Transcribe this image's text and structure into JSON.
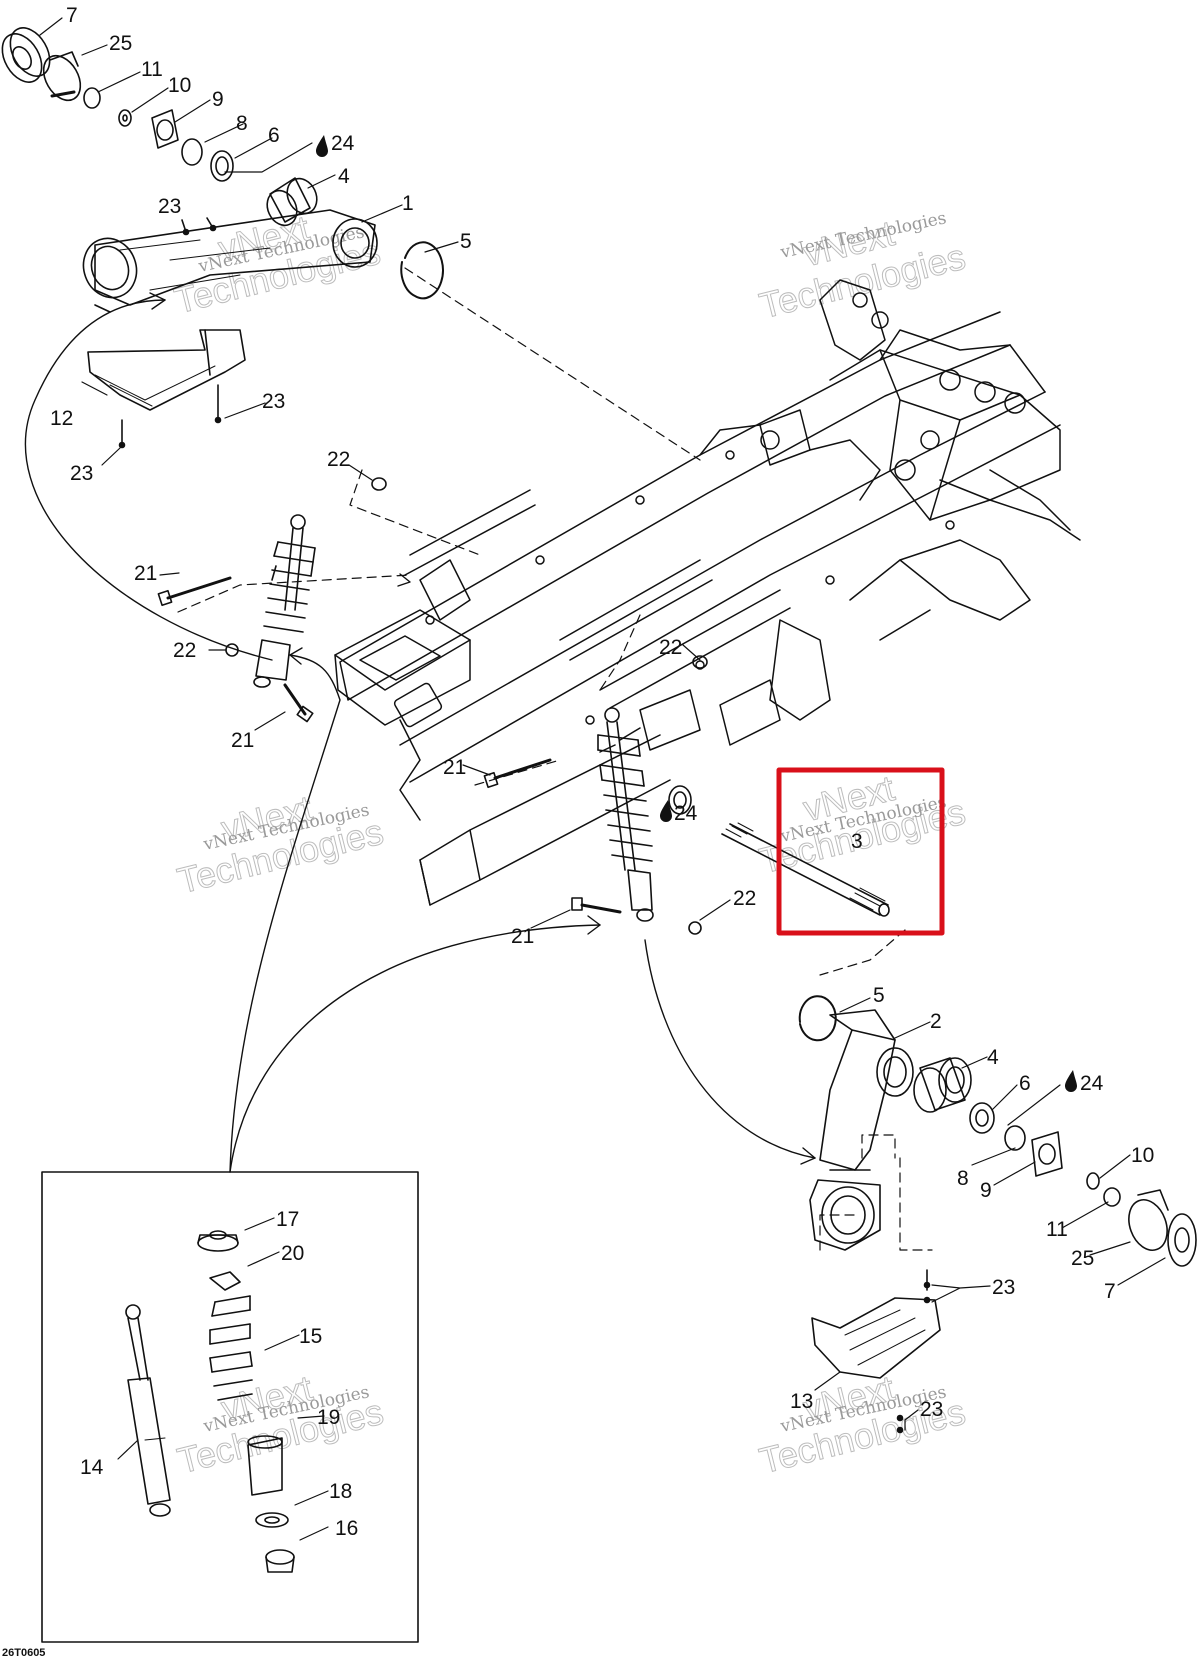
{
  "diagram": {
    "drawing_code": "26T0605",
    "highlight_color": "#d9101a",
    "line_color": "#111111",
    "callouts": [
      {
        "id": "c7a",
        "text": "7"
      },
      {
        "id": "c25a",
        "text": "25"
      },
      {
        "id": "c11a",
        "text": "11"
      },
      {
        "id": "c10a",
        "text": "10"
      },
      {
        "id": "c9a",
        "text": "9"
      },
      {
        "id": "c8a",
        "text": "8"
      },
      {
        "id": "c6a",
        "text": "6"
      },
      {
        "id": "c24a",
        "text": "24"
      },
      {
        "id": "c4a",
        "text": "4"
      },
      {
        "id": "c1",
        "text": "1"
      },
      {
        "id": "c23a",
        "text": "23"
      },
      {
        "id": "c5a",
        "text": "5"
      },
      {
        "id": "c12",
        "text": "12"
      },
      {
        "id": "c23b",
        "text": "23"
      },
      {
        "id": "c23c",
        "text": "23"
      },
      {
        "id": "c22a",
        "text": "22"
      },
      {
        "id": "c21a",
        "text": "21"
      },
      {
        "id": "c22b",
        "text": "22"
      },
      {
        "id": "c21b",
        "text": "21"
      },
      {
        "id": "c22c",
        "text": "22"
      },
      {
        "id": "c21c",
        "text": "21"
      },
      {
        "id": "c24b",
        "text": "24"
      },
      {
        "id": "c3",
        "text": "3"
      },
      {
        "id": "c22d",
        "text": "22"
      },
      {
        "id": "c21d",
        "text": "21"
      },
      {
        "id": "c5b",
        "text": "5"
      },
      {
        "id": "c2",
        "text": "2"
      },
      {
        "id": "c4b",
        "text": "4"
      },
      {
        "id": "c6b",
        "text": "6"
      },
      {
        "id": "c24c",
        "text": "24"
      },
      {
        "id": "c10b",
        "text": "10"
      },
      {
        "id": "c8b",
        "text": "8"
      },
      {
        "id": "c9b",
        "text": "9"
      },
      {
        "id": "c11b",
        "text": "11"
      },
      {
        "id": "c25b",
        "text": "25"
      },
      {
        "id": "c7b",
        "text": "7"
      },
      {
        "id": "c23d",
        "text": "23"
      },
      {
        "id": "c13",
        "text": "13"
      },
      {
        "id": "c23e",
        "text": "23"
      },
      {
        "id": "c17",
        "text": "17"
      },
      {
        "id": "c20",
        "text": "20"
      },
      {
        "id": "c15",
        "text": "15"
      },
      {
        "id": "c14",
        "text": "14"
      },
      {
        "id": "c19",
        "text": "19"
      },
      {
        "id": "c18",
        "text": "18"
      },
      {
        "id": "c16",
        "text": "16"
      }
    ],
    "watermark": {
      "line1": "vNext",
      "line2": "Technologies",
      "caption": "vNext Technologies"
    }
  }
}
